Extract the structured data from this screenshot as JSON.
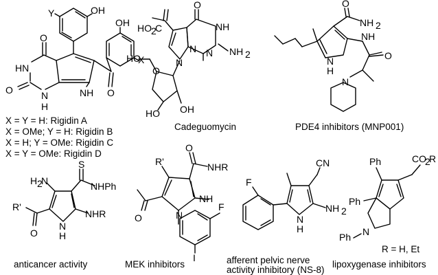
{
  "molecules": {
    "rigidin": {
      "atoms": [
        "Y",
        "OH",
        "OH",
        "X",
        "O",
        "HN",
        "O",
        "N",
        "H",
        "O",
        "NH"
      ],
      "caption_lines": [
        "X = Y = H: Rigidin A",
        "X = OMe; Y = H: Rigidin B",
        "X = H; Y = OMe: Rigidin C",
        "X = Y = OMe: Rigidin D"
      ]
    },
    "cadeguomycin": {
      "atoms": [
        "HO",
        "2",
        "C",
        "O",
        "NH",
        "NH",
        "2",
        "N",
        "N",
        "N",
        "O",
        "HO",
        "HO",
        "OH"
      ],
      "caption": "Cadeguomycin"
    },
    "pde4": {
      "atoms": [
        "O",
        "NH",
        "2",
        "NH",
        "N",
        "H",
        "O",
        "N"
      ],
      "caption": "PDE4 inhibitors (MNP001)"
    },
    "anticancer": {
      "atoms": [
        "H",
        "2",
        "N",
        "S",
        "NHPh",
        "R'",
        "NHR",
        "O",
        "N",
        "H"
      ],
      "caption": "anticancer activity"
    },
    "mek": {
      "atoms": [
        "R'",
        "O",
        "NHR",
        "NH",
        "F",
        "O",
        "N",
        "I"
      ],
      "caption": "MEK inhibitors"
    },
    "ns8": {
      "atoms": [
        "F",
        "CN",
        "NH",
        "2",
        "N",
        "H"
      ],
      "caption_lines": [
        "afferent pelvic nerve",
        "activity inhibitory (NS-8)"
      ]
    },
    "lipoxygenase": {
      "atoms": [
        "Ph",
        "CO",
        "2",
        "R",
        "Ph",
        "N",
        "Ph"
      ],
      "note": "R = H, Et",
      "caption": "lipoxygenase inhibitors"
    }
  }
}
